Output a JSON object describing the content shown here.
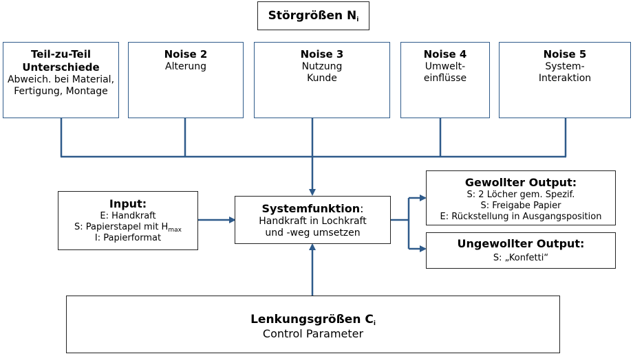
{
  "title": {
    "text": "Störgrößen N",
    "sub": "i"
  },
  "noises": [
    {
      "title": "Teil-zu-Teil",
      "title2": "Unterschiede",
      "lines": [
        "Abweich. bei Material,",
        "Fertigung, Montage"
      ]
    },
    {
      "title": "Noise 2",
      "lines": [
        "Alterung"
      ]
    },
    {
      "title": "Noise 3",
      "lines": [
        "Nutzung",
        "Kunde"
      ]
    },
    {
      "title": "Noise 4",
      "lines": [
        "Umwelt-",
        "einflüsse"
      ]
    },
    {
      "title": "Noise 5",
      "lines": [
        "System-",
        "Interaktion"
      ]
    }
  ],
  "input": {
    "title": "Input:",
    "line1": "E: Handkraft",
    "line2_prefix": "S: Papierstapel mit H",
    "line2_sub": "max",
    "line3": "I: Papierformat"
  },
  "system": {
    "title": "Systemfunktion",
    "title_suffix": ":",
    "line1": "Handkraft in Lochkraft",
    "line2": "und -weg umsetzen"
  },
  "wanted": {
    "title": "Gewollter Output:",
    "lines": [
      "S: 2 Löcher gem. Spezif.",
      "S: Freigabe Papier",
      "E: Rückstellung in Ausgangsposition"
    ]
  },
  "unwanted": {
    "title": "Ungewollter Output:",
    "line1": "S: „Konfetti“"
  },
  "control": {
    "title": "Lenkungsgrößen C",
    "title_sub": "i",
    "subtitle": "Control Parameter"
  },
  "colors": {
    "connector": "#2e5a8a",
    "box_border_noise": "#2e5a8a",
    "box_border": "#222222"
  }
}
